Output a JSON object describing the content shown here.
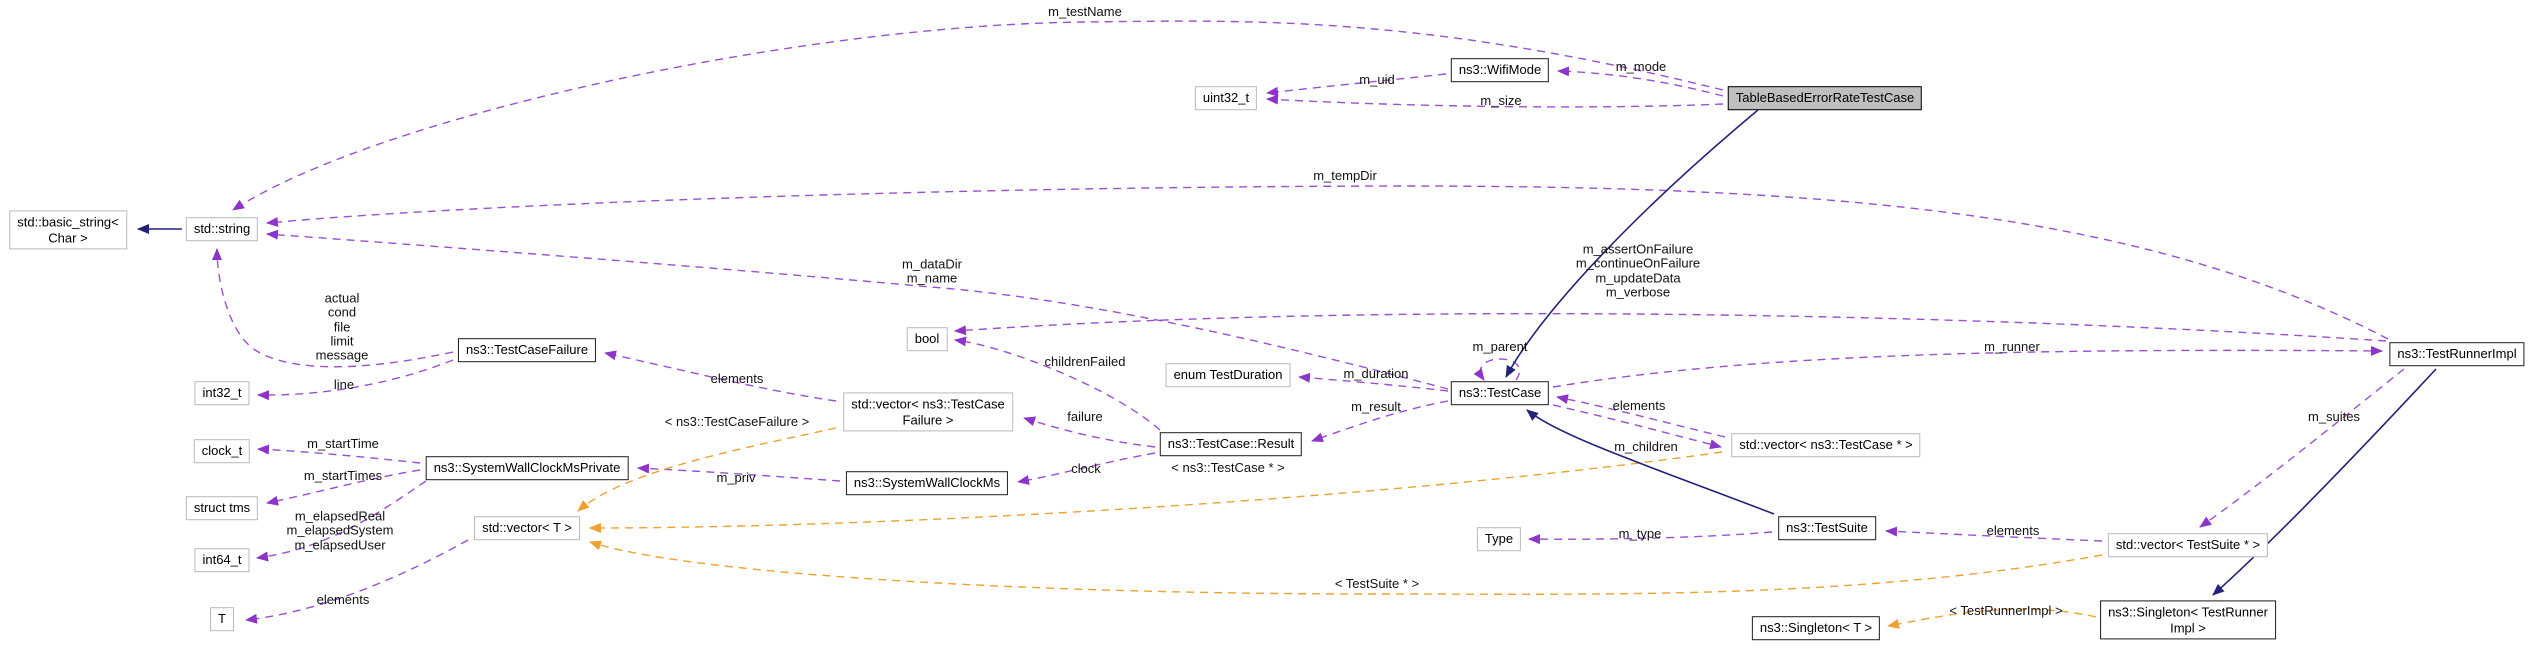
{
  "diagram": {
    "type": "doxygen-collaboration-graph",
    "main_class": "TableBasedErrorRateTestCase",
    "colors": {
      "usage_edge": "#9b4fd1",
      "template_edge": "#f0a030",
      "inheritance_edge": "#22227a",
      "main_node_fill": "#bfbfbf",
      "node_fill": "#ffffff",
      "class_border": "#1d1d1d",
      "plain_border": "#b9b9b9"
    },
    "nodes": {
      "basic_string": {
        "label": "std::basic_string<\nChar >"
      },
      "std_string": {
        "label": "std::string"
      },
      "testcasefailure": {
        "label": "ns3::TestCaseFailure"
      },
      "int32": {
        "label": "int32_t"
      },
      "clock_t": {
        "label": "clock_t"
      },
      "struct_tms": {
        "label": "struct tms"
      },
      "int64": {
        "label": "int64_t"
      },
      "t": {
        "label": "T"
      },
      "swcms_private": {
        "label": "ns3::SystemWallClockMsPrivate"
      },
      "vector_t": {
        "label": "std::vector< T >"
      },
      "bool": {
        "label": "bool"
      },
      "vector_tcf": {
        "label": "std::vector< ns3::TestCase\nFailure >"
      },
      "swcms": {
        "label": "ns3::SystemWallClockMs"
      },
      "enum_duration": {
        "label": "enum TestDuration"
      },
      "result": {
        "label": "ns3::TestCase::Result"
      },
      "testcase": {
        "label": "ns3::TestCase"
      },
      "wifimode": {
        "label": "ns3::WifiMode"
      },
      "uint32": {
        "label": "uint32_t"
      },
      "main": {
        "label": "TableBasedErrorRateTestCase"
      },
      "vector_testcase": {
        "label": "std::vector< ns3::TestCase * >"
      },
      "testsuite": {
        "label": "ns3::TestSuite"
      },
      "type": {
        "label": "Type"
      },
      "vector_testsuite": {
        "label": "std::vector< TestSuite * >"
      },
      "testrunnerimpl": {
        "label": "ns3::TestRunnerImpl"
      },
      "singleton_tri": {
        "label": "ns3::Singleton< TestRunner\nImpl >"
      },
      "singleton_t": {
        "label": "ns3::Singleton< T >"
      }
    },
    "edge_labels": {
      "m_testName": "m_testName",
      "m_uid": "m_uid",
      "m_mode": "m_mode",
      "m_size": "m_size",
      "m_tempDir": "m_tempDir",
      "m_dataDir_m_name": "m_dataDir\nm_name",
      "failure_fields": "actual\ncond\nfile\nlimit\nmessage",
      "line": "line",
      "elements_tcf": "elements",
      "tmpl_tcf": "< ns3::TestCaseFailure >",
      "m_startTime": "m_startTime",
      "m_startTimes": "m_startTimes",
      "elapsed": "m_elapsedReal\nm_elapsedSystem\nm_elapsedUser",
      "elements_t": "elements",
      "m_priv": "m_priv",
      "childrenFailed": "childrenFailed",
      "failure": "failure",
      "clock": "clock",
      "m_duration": "m_duration",
      "m_result": "m_result",
      "m_parent": "m_parent",
      "runner_flags": "m_assertOnFailure\nm_continueOnFailure\nm_updateData\nm_verbose",
      "elements_testcase": "elements",
      "m_children": "m_children",
      "tmpl_testcase": "< ns3::TestCase * >",
      "m_runner": "m_runner",
      "m_suites": "m_suites",
      "elements_testsuite": "elements",
      "tmpl_testsuite": "< TestSuite * >",
      "m_type": "m_type",
      "tmpl_tri": "< TestRunnerImpl >"
    },
    "edges": [
      {
        "label": "m_testName",
        "from": "TableBasedErrorRateTestCase",
        "to": "std::string",
        "kind": "usage"
      },
      {
        "label": "m_mode",
        "from": "TableBasedErrorRateTestCase",
        "to": "ns3::WifiMode",
        "kind": "usage"
      },
      {
        "label": "m_size",
        "from": "TableBasedErrorRateTestCase",
        "to": "uint32_t",
        "kind": "usage"
      },
      {
        "label": "m_uid",
        "from": "ns3::WifiMode",
        "to": "uint32_t",
        "kind": "usage"
      },
      {
        "label": "m_tempDir",
        "from": "ns3::TestRunnerImpl",
        "to": "std::string",
        "kind": "usage"
      },
      {
        "label": "m_dataDir m_name",
        "from": "ns3::TestCase",
        "to": "std::string",
        "kind": "usage"
      },
      {
        "label": "actual cond file limit message",
        "from": "ns3::TestCaseFailure",
        "to": "std::string",
        "kind": "usage"
      },
      {
        "label": "line",
        "from": "ns3::TestCaseFailure",
        "to": "int32_t",
        "kind": "usage"
      },
      {
        "label": "m_startTime",
        "from": "ns3::SystemWallClockMsPrivate",
        "to": "clock_t",
        "kind": "usage"
      },
      {
        "label": "m_startTimes",
        "from": "ns3::SystemWallClockMsPrivate",
        "to": "struct tms",
        "kind": "usage"
      },
      {
        "label": "m_elapsedReal m_elapsedSystem m_elapsedUser",
        "from": "ns3::SystemWallClockMsPrivate",
        "to": "int64_t",
        "kind": "usage"
      },
      {
        "label": "elements",
        "from": "std::vector< T >",
        "to": "T",
        "kind": "usage"
      },
      {
        "label": "m_priv",
        "from": "ns3::SystemWallClockMs",
        "to": "ns3::SystemWallClockMsPrivate",
        "kind": "usage"
      },
      {
        "label": "elements",
        "from": "std::vector< ns3::TestCaseFailure >",
        "to": "ns3::TestCaseFailure",
        "kind": "usage"
      },
      {
        "label": "failure",
        "from": "ns3::TestCase::Result",
        "to": "std::vector< ns3::TestCaseFailure >",
        "kind": "usage"
      },
      {
        "label": "clock",
        "from": "ns3::TestCase::Result",
        "to": "ns3::SystemWallClockMs",
        "kind": "usage"
      },
      {
        "label": "childrenFailed",
        "from": "ns3::TestCase::Result",
        "to": "bool",
        "kind": "usage"
      },
      {
        "label": "m_assertOnFailure m_continueOnFailure m_updateData m_verbose",
        "from": "ns3::TestRunnerImpl",
        "to": "bool",
        "kind": "usage"
      },
      {
        "label": "m_duration",
        "from": "ns3::TestCase",
        "to": "enum TestDuration",
        "kind": "usage"
      },
      {
        "label": "m_result",
        "from": "ns3::TestCase",
        "to": "ns3::TestCase::Result",
        "kind": "usage"
      },
      {
        "label": "m_parent",
        "from": "ns3::TestCase",
        "to": "ns3::TestCase",
        "kind": "usage"
      },
      {
        "label": "elements",
        "from": "std::vector< ns3::TestCase * >",
        "to": "ns3::TestCase",
        "kind": "usage"
      },
      {
        "label": "m_children",
        "from": "ns3::TestCase",
        "to": "std::vector< ns3::TestCase * >",
        "kind": "usage"
      },
      {
        "label": "m_runner",
        "from": "ns3::TestCase",
        "to": "ns3::TestRunnerImpl",
        "kind": "usage"
      },
      {
        "label": "m_type",
        "from": "ns3::TestSuite",
        "to": "Type",
        "kind": "usage"
      },
      {
        "label": "elements",
        "from": "std::vector< TestSuite * >",
        "to": "ns3::TestSuite",
        "kind": "usage"
      },
      {
        "label": "m_suites",
        "from": "ns3::TestRunnerImpl",
        "to": "std::vector< TestSuite * >",
        "kind": "usage"
      },
      {
        "label": "< ns3::TestCaseFailure >",
        "from": "std::vector< ns3::TestCaseFailure >",
        "to": "std::vector< T >",
        "kind": "template"
      },
      {
        "label": "< ns3::TestCase * >",
        "from": "std::vector< ns3::TestCase * >",
        "to": "std::vector< T >",
        "kind": "template"
      },
      {
        "label": "< TestSuite * >",
        "from": "std::vector< TestSuite * >",
        "to": "std::vector< T >",
        "kind": "template"
      },
      {
        "label": "< TestRunnerImpl >",
        "from": "ns3::Singleton< TestRunnerImpl >",
        "to": "ns3::Singleton< T >",
        "kind": "template"
      },
      {
        "label": "",
        "from": "std::string",
        "to": "std::basic_string< Char >",
        "kind": "inheritance"
      },
      {
        "label": "",
        "from": "TableBasedErrorRateTestCase",
        "to": "ns3::TestCase",
        "kind": "inheritance"
      },
      {
        "label": "",
        "from": "ns3::TestSuite",
        "to": "ns3::TestCase",
        "kind": "inheritance"
      },
      {
        "label": "",
        "from": "ns3::TestRunnerImpl",
        "to": "ns3::Singleton< TestRunnerImpl >",
        "kind": "inheritance"
      }
    ]
  }
}
